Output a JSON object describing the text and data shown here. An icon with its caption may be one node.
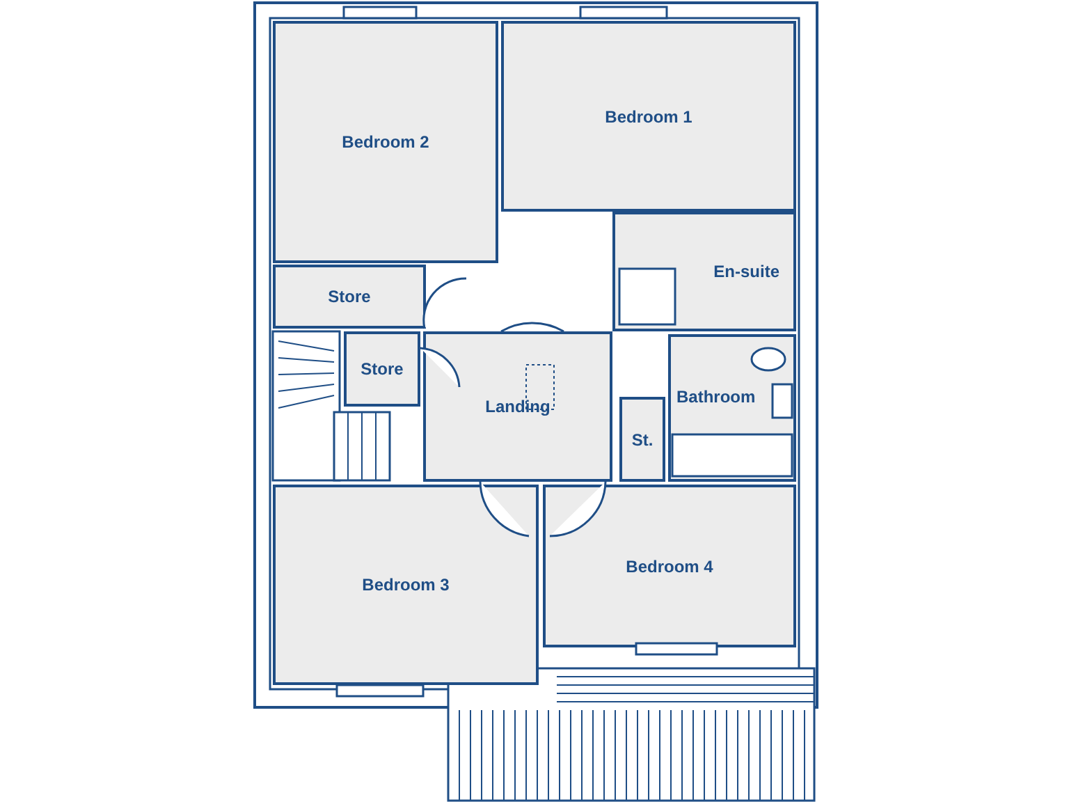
{
  "diagram": {
    "nodes": [
      {
        "text": [
          "Bedroom 2"
        ]
      },
      {
        "text": [
          "Bedroom 1"
        ]
      },
      {
        "text": [
          "Store"
        ]
      },
      {
        "text": [
          "En-suite"
        ]
      },
      {
        "text": [
          "Store"
        ]
      },
      {
        "text": [
          "Bathroom"
        ]
      },
      {
        "text": [
          "Landing"
        ]
      },
      {
        "text": [
          "St."
        ]
      },
      {
        "text": [
          "Bedroom 3"
        ]
      },
      {
        "text": [
          "Bedroom 4"
        ]
      }
    ]
  }
}
